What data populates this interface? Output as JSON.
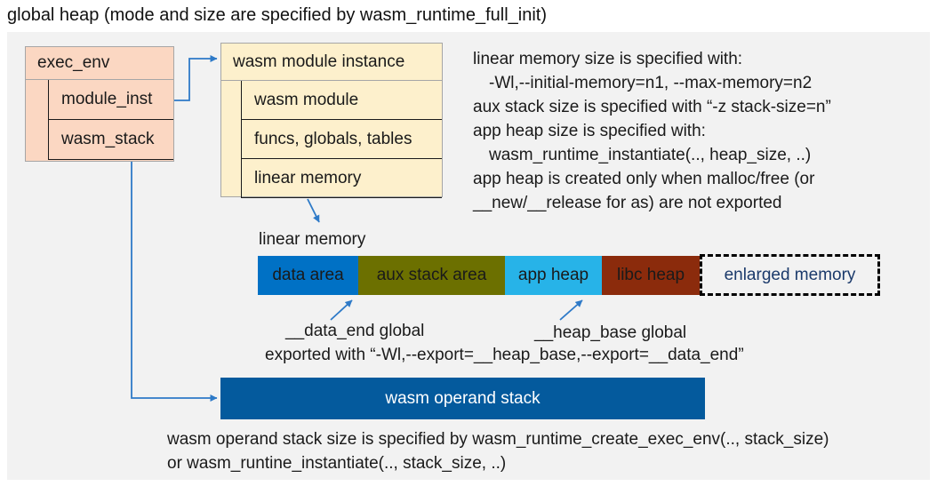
{
  "title": "global heap (mode and size are specified by wasm_runtime_full_init)",
  "exec_env": {
    "header": "exec_env",
    "rows": [
      {
        "label": "module_inst"
      },
      {
        "label": "wasm_stack"
      }
    ],
    "fill": "#fbd7c2",
    "border": "#a6a6a6"
  },
  "module_instance": {
    "header": "wasm module instance",
    "rows": [
      {
        "label": "wasm module"
      },
      {
        "label": "funcs, globals, tables"
      },
      {
        "label": "linear memory"
      }
    ],
    "fill": "#fdf0cc",
    "border": "#a6a6a6"
  },
  "notes": {
    "lines": [
      {
        "text": "linear memory size is specified with:"
      },
      {
        "text": "-Wl,--initial-memory=n1, --max-memory=n2"
      },
      {
        "text": "aux stack size is specified with “-z stack-size=n”"
      },
      {
        "text": "app heap size is specified with:"
      },
      {
        "text": "wasm_runtime_instantiate(.., heap_size, ..)"
      },
      {
        "text": "app heap is created only when malloc/free (or"
      },
      {
        "text": "__new/__release for as) are not exported"
      }
    ]
  },
  "linear_memory": {
    "label": "linear memory",
    "segments": [
      {
        "label": "data area",
        "color": "#0071c5",
        "text_color": "#ffffff"
      },
      {
        "label": "aux stack area",
        "color": "#6c7000",
        "text_color": "#ffffff"
      },
      {
        "label": "app heap",
        "color": "#27b3e8",
        "text_color": "#ffffff"
      },
      {
        "label": "libc heap",
        "color": "#8b2b0c",
        "text_color": "#ffffff"
      },
      {
        "label": "enlarged memory",
        "color": "transparent",
        "text_color": "#1b3a6b",
        "border_style": "dashed"
      }
    ]
  },
  "annotations": {
    "data_end": "__data_end global",
    "heap_base": "__heap_base global",
    "exported": "exported with “-Wl,--export=__heap_base,--export=__data_end”"
  },
  "operand_stack": {
    "label": "wasm operand stack",
    "color": "#045a9d"
  },
  "bottom_note": {
    "line1": "wasm operand stack size is specified by wasm_runtime_create_exec_env(.., stack_size)",
    "line2": "or wasm_runtine_instantiate(.., stack_size, ..)"
  },
  "colors": {
    "panel_bg": "#f2f2f2",
    "connector_blue": "#2e7ac8",
    "text": "#1a1a1a"
  }
}
